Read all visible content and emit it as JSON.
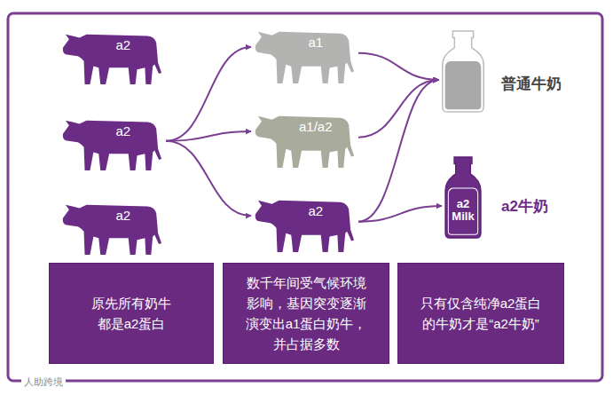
{
  "diagram": {
    "nodes": [
      {
        "text": [
          "a2"
        ]
      },
      {
        "text": [
          "a1"
        ]
      },
      {
        "text": [
          "普通牛奶"
        ]
      },
      {
        "text": [
          "a2"
        ]
      },
      {
        "text": [
          "a1/a2"
        ]
      },
      {
        "text": [
          "a2"
        ]
      },
      {
        "text": [
          "a2"
        ]
      },
      {
        "text": [
          "a2 Milk",
          "a2牛奶"
        ]
      },
      {
        "text": [
          "原先所有奶牛 都是a2蛋白"
        ]
      },
      {
        "text": [
          "数千年间受气候环境 影响，基因突变逐渐 演变出a1蛋白奶牛， 并占据多数"
        ]
      },
      {
        "text": [
          "只有仅含纯净a2蛋白 的牛奶才是“a2牛奶”"
        ]
      }
    ],
    "edges": [
      {
        "from": 3,
        "to": 1,
        "arrow": "to"
      },
      {
        "from": 3,
        "to": 4,
        "arrow": "to"
      },
      {
        "from": 3,
        "to": 6,
        "arrow": "to"
      },
      {
        "from": 1,
        "to": 2,
        "arrow": "to"
      },
      {
        "from": 4,
        "to": 2,
        "arrow": "to"
      },
      {
        "from": 6,
        "to": 2,
        "arrow": "to"
      },
      {
        "from": 6,
        "to": 7,
        "arrow": "to"
      }
    ],
    "labels": [
      "人助跨境"
    ]
  }
}
